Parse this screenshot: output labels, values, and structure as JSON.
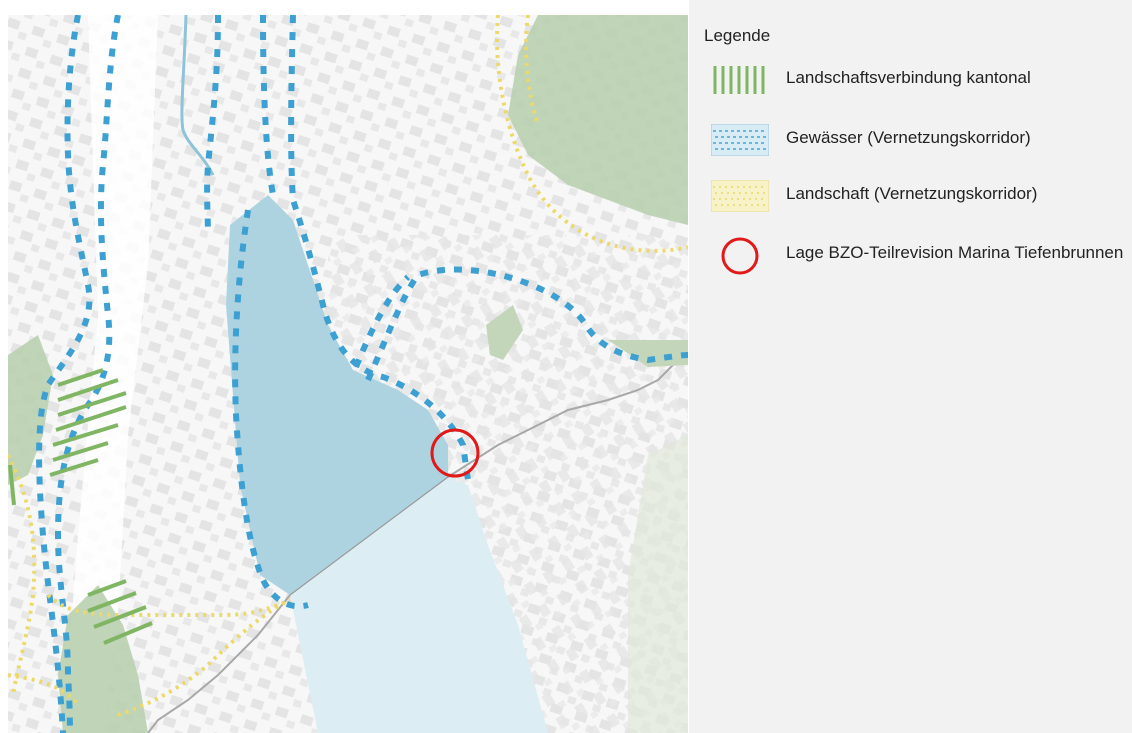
{
  "legend": {
    "title": "Legende",
    "items": [
      {
        "label": "Landschaftsverbindung kantonal",
        "symbol": "green-hatch",
        "color": "#7fb563"
      },
      {
        "label": "Gewässer (Vernetzungskorridor)",
        "symbol": "blue-dashed-pattern",
        "color": "#4aa3d0"
      },
      {
        "label": "Landschaft (Vernetzungskorridor)",
        "symbol": "yellow-dotted-pattern",
        "color": "#e8d86a"
      },
      {
        "label": "Lage BZO-Teilrevision Marina Tiefenbrunnen",
        "symbol": "red-circle",
        "color": "#e01919"
      }
    ]
  },
  "map": {
    "lake_color": "#aed3e0",
    "lake_outer_color": "#dcedf3",
    "building_color": "#e6e6e6",
    "forest_color": "#b9cfb0"
  }
}
